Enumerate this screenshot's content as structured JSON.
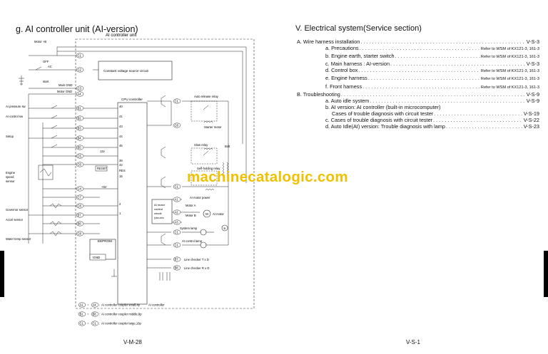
{
  "left_page": {
    "heading": "g. AI controller unit (AI-version)",
    "page_number": "V-M-28",
    "diagram": {
      "unit_title": "AI controller unit",
      "power_block_label": "Constant voltage source circuit",
      "cpu_label": "CPU controller",
      "eeprom_label": "EEPROM",
      "gnd_label": "GND",
      "motor_ctrl_label_1": "AI motor",
      "motor_ctrl_label_2": "control",
      "motor_ctrl_label_3": "circuit",
      "motor_ctrl_label_4": "(via.circ",
      "wire_labels": {
        "motor_plus_b": "Motor +B",
        "off": "OFF",
        "ac": "AC",
        "start": "start",
        "main_gnd": "Main GND",
        "motor_gnd": "Motor GND",
        "ai_pressure_sw": "AI pressure sw",
        "ai_control_sw": "AI control sw",
        "setup": "Setup",
        "engine_speed_sensor_1": "Engine",
        "engine_speed_sensor_2": "speed",
        "engine_speed_sensor_3": "sensor",
        "governor_sensor": "Governor sensor",
        "accel_sensor": "Accel sensor",
        "water_temp_sensor": "Water temp sensor",
        "auto_release_relay": "Auto release relay",
        "starter_motor": "Starter motor",
        "slow_relay": "Slow relay",
        "bolt": "Bolt",
        "self_holding_relay": "Self-holding relay",
        "ai_motor_power": "AI motor power",
        "motor_a": "Motor A",
        "motor_b": "Motor B",
        "ai_motor": "AI motor",
        "system_lamp": "System lamp",
        "ai_control_lamp": "AI control lamp",
        "line_checker_tx": "Line checker T x D",
        "line_checker_rx": "Line checker R x D",
        "v12": "12v",
        "v5": "+5V",
        "reset": "RESET",
        "res": "RES"
      },
      "pin_numbers": [
        "40",
        "41",
        "43",
        "44",
        "45",
        "39",
        "42",
        "15",
        "2",
        "1"
      ],
      "left_pins": [
        "C1",
        "C2",
        "C3",
        "A4",
        "B1",
        "B2",
        "B3",
        "B4",
        "B5",
        "C5",
        "C6",
        "C4",
        "C7",
        "C8",
        "B7",
        "B8",
        "C8"
      ],
      "right_pins": [
        "C1",
        "C8",
        "C1",
        "A1",
        "A2",
        "A3",
        "C1",
        "C1",
        "B7",
        "B8"
      ],
      "legend": [
        {
          "from": "A1",
          "to": "A4",
          "text": "AI controller coupler small,4p"
        },
        {
          "from": "B1",
          "to": "B8",
          "text": "AI controller coupler middle,8p"
        },
        {
          "from": "C1",
          "to": "C1",
          "text": "AI controller coupler large,16p"
        }
      ],
      "legend_title": "AI controller"
    }
  },
  "right_page": {
    "heading": "V. Electrical system(Service section)",
    "page_number": "V-S-1",
    "watermark": "machinecatalogic.com",
    "toc": [
      {
        "level": 0,
        "label": "A.  Wire harness installation",
        "page": "V-S-3",
        "small": false
      },
      {
        "level": 1,
        "label": "a.  Precautions",
        "page": "Refer to WSM of KX121-3, 161-3",
        "small": true
      },
      {
        "level": 1,
        "label": "b.  Engine earth, starter switch",
        "page": "Refer to WSM of KX121-3, 161-3",
        "small": true
      },
      {
        "level": 1,
        "label": "c.  Main harness : AI-version",
        "page": "V-S-3",
        "small": false
      },
      {
        "level": 1,
        "label": "d.  Control box",
        "page": "Refer to WSM of KX121-3, 161-3",
        "small": true
      },
      {
        "level": 1,
        "label": "e.  Engine harness",
        "page": "Refer to WSM of KX121-3, 161-3",
        "small": true
      },
      {
        "level": 1,
        "label": "f.  Front harness",
        "page": "Refer to WSM of KX121-3, 161-3",
        "small": true
      },
      {
        "level": 0,
        "label": "B.  Troubleshooting",
        "page": "V-S-9",
        "small": false
      },
      {
        "level": 1,
        "label": "a.  Auto idle system",
        "page": "V-S-9",
        "small": false
      },
      {
        "level": 1,
        "label": "b.  AI version: AI controller (built-in microcomputer)",
        "page": "",
        "small": false
      },
      {
        "level": 2,
        "label": "Cases of trouble diagnosis with circuit tester",
        "page": "V-S-19",
        "small": false
      },
      {
        "level": 1,
        "label": "c.  Cases of trouble diagnosis with circuit tester",
        "page": "V-S-22",
        "small": false
      },
      {
        "level": 1,
        "label": "d.  Auto Idle(AI) version: Trouble diagnosis with lamp",
        "page": "V-S-23",
        "small": false
      }
    ]
  }
}
